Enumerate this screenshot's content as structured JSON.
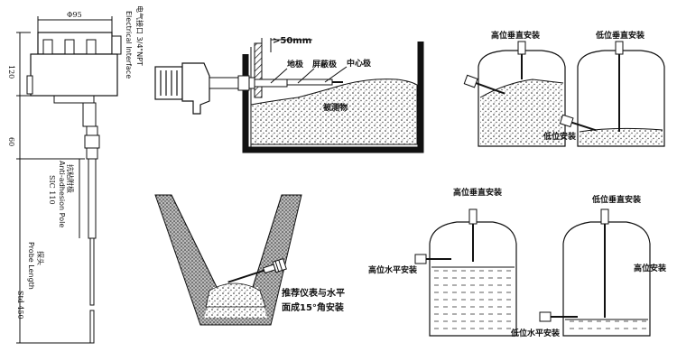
{
  "sensor_drawing": {
    "diameter": "Φ95",
    "electrical_interface": "电气接口 3/4\"NPT",
    "electrical_interface_en": "Electrical Interface",
    "dim_head": "120",
    "dim_neck": "60",
    "anti_adhesion_cn": "抗粘附极",
    "anti_adhesion_en": "Anti-adhesion Pole",
    "sic_value": "SIC 110",
    "probe_cn": "探头",
    "probe_en": "Probe Length",
    "probe_std": "Std 450"
  },
  "silo_diagram": {
    "gap": ">50mm",
    "ground": "地极",
    "shield": "屏蔽极",
    "center": "中心极",
    "material": "被测物"
  },
  "hopper_diagram": {
    "note_line1": "推荐仪表与水平",
    "note_line2": "面成15°角安装"
  },
  "tanks_top": {
    "left_label": "高位垂直安装",
    "right_top_label": "低位垂直安装",
    "right_low_label": "低位安装"
  },
  "tanks_bottom": {
    "left_top_label": "高位垂直安装",
    "left_side_label": "高位水平安装",
    "right_top_label": "低位垂直安装",
    "right_side_label": "高位安装",
    "right_bottom_label": "低位水平安装"
  }
}
